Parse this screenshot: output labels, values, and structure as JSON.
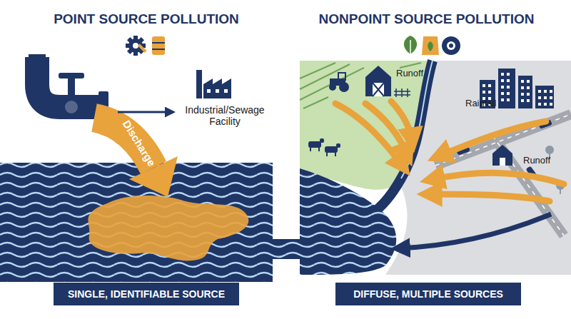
{
  "diagram": {
    "nodes": [
      {
        "text": [
          "SINGLE, IDENTIFIABLE SOURCE"
        ]
      },
      {
        "text": [
          "DIFFUSE, MULTIPLE SOURCES"
        ]
      }
    ],
    "labels": [
      "POINT SOURCE POLLUTION",
      "NONPOINT SOURCE POLLUTION",
      "Industrial/Sewage Facility",
      "Discharge",
      "Runoff",
      "Rainfall",
      "Runoff"
    ]
  }
}
